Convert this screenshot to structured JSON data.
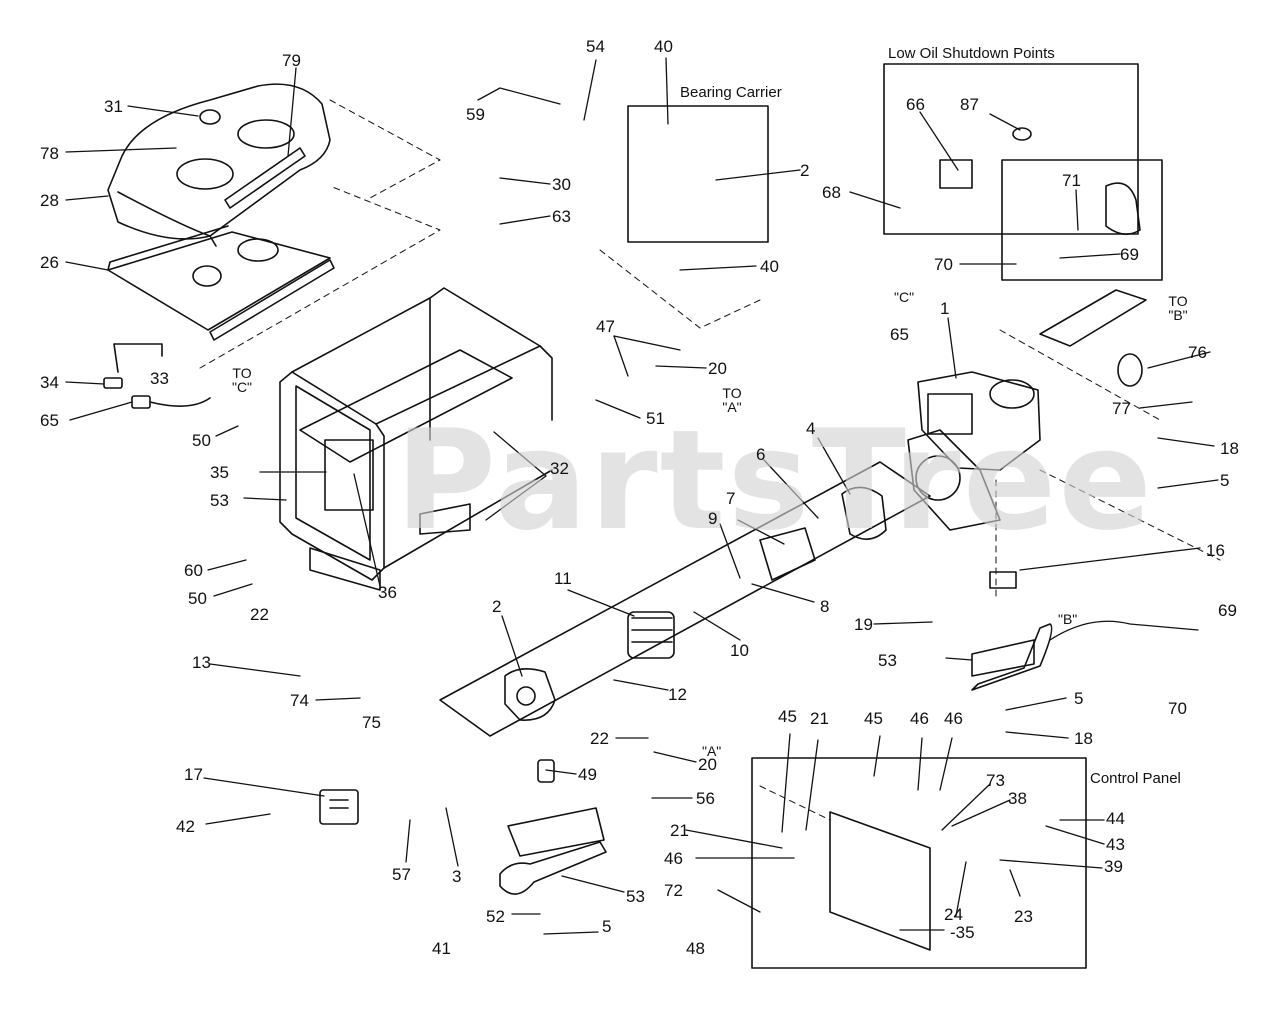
{
  "watermark": "PartsTree",
  "captions": {
    "low_oil": "Low Oil Shutdown Points",
    "bearing_carrier": "Bearing Carrier",
    "control_panel": "Control Panel"
  },
  "callouts": [
    {
      "id": "31",
      "text": "31"
    },
    {
      "id": "79",
      "text": "79"
    },
    {
      "id": "78",
      "text": "78"
    },
    {
      "id": "28",
      "text": "28"
    },
    {
      "id": "26",
      "text": "26"
    },
    {
      "id": "34",
      "text": "34"
    },
    {
      "id": "33",
      "text": "33"
    },
    {
      "id": "65a",
      "text": "65"
    },
    {
      "id": "to-c-left",
      "text": "TO \"C\""
    },
    {
      "id": "50a",
      "text": "50"
    },
    {
      "id": "35a",
      "text": "35"
    },
    {
      "id": "53a",
      "text": "53"
    },
    {
      "id": "60",
      "text": "60"
    },
    {
      "id": "50b",
      "text": "50"
    },
    {
      "id": "22a",
      "text": "22"
    },
    {
      "id": "36",
      "text": "36"
    },
    {
      "id": "32",
      "text": "32"
    },
    {
      "id": "13",
      "text": "13"
    },
    {
      "id": "74",
      "text": "74"
    },
    {
      "id": "75",
      "text": "75"
    },
    {
      "id": "17",
      "text": "17"
    },
    {
      "id": "42",
      "text": "42"
    },
    {
      "id": "57",
      "text": "57"
    },
    {
      "id": "3",
      "text": "3"
    },
    {
      "id": "2a",
      "text": "2"
    },
    {
      "id": "11",
      "text": "11"
    },
    {
      "id": "12",
      "text": "12"
    },
    {
      "id": "10",
      "text": "10"
    },
    {
      "id": "9",
      "text": "9"
    },
    {
      "id": "8",
      "text": "8"
    },
    {
      "id": "7",
      "text": "7"
    },
    {
      "id": "6",
      "text": "6"
    },
    {
      "id": "4",
      "text": "4"
    },
    {
      "id": "49",
      "text": "49"
    },
    {
      "id": "53b",
      "text": "53"
    },
    {
      "id": "52",
      "text": "52"
    },
    {
      "id": "5a",
      "text": "5"
    },
    {
      "id": "41",
      "text": "41"
    },
    {
      "id": "22b",
      "text": "22"
    },
    {
      "id": "to-a-lower",
      "text": "\"A\""
    },
    {
      "id": "20a",
      "text": "20"
    },
    {
      "id": "56",
      "text": "56"
    },
    {
      "id": "54",
      "text": "54"
    },
    {
      "id": "40a",
      "text": "40"
    },
    {
      "id": "59",
      "text": "59"
    },
    {
      "id": "30",
      "text": "30"
    },
    {
      "id": "63",
      "text": "63"
    },
    {
      "id": "2b",
      "text": "2"
    },
    {
      "id": "40b",
      "text": "40"
    },
    {
      "id": "47",
      "text": "47"
    },
    {
      "id": "20b",
      "text": "20"
    },
    {
      "id": "to-a-upper",
      "text": "TO \"A\""
    },
    {
      "id": "51",
      "text": "51"
    },
    {
      "id": "66",
      "text": "66"
    },
    {
      "id": "87",
      "text": "87"
    },
    {
      "id": "68",
      "text": "68"
    },
    {
      "id": "71",
      "text": "71"
    },
    {
      "id": "70a",
      "text": "70"
    },
    {
      "id": "69a",
      "text": "69"
    },
    {
      "id": "to-b",
      "text": "TO \"B\""
    },
    {
      "id": "to-c-upper",
      "text": "\"C\""
    },
    {
      "id": "65b",
      "text": "65"
    },
    {
      "id": "1",
      "text": "1"
    },
    {
      "id": "76",
      "text": "76"
    },
    {
      "id": "77",
      "text": "77"
    },
    {
      "id": "18a",
      "text": "18"
    },
    {
      "id": "5b",
      "text": "5"
    },
    {
      "id": "16",
      "text": "16"
    },
    {
      "id": "19",
      "text": "19"
    },
    {
      "id": "b-tag",
      "text": "\"B\""
    },
    {
      "id": "69b",
      "text": "69"
    },
    {
      "id": "53c",
      "text": "53"
    },
    {
      "id": "5c",
      "text": "5"
    },
    {
      "id": "18b",
      "text": "18"
    },
    {
      "id": "70b",
      "text": "70"
    },
    {
      "id": "45a",
      "text": "45"
    },
    {
      "id": "21a",
      "text": "21"
    },
    {
      "id": "45b",
      "text": "45"
    },
    {
      "id": "46a",
      "text": "46"
    },
    {
      "id": "46b",
      "text": "46"
    },
    {
      "id": "73",
      "text": "73"
    },
    {
      "id": "38",
      "text": "38"
    },
    {
      "id": "44",
      "text": "44"
    },
    {
      "id": "43",
      "text": "43"
    },
    {
      "id": "21b",
      "text": "21"
    },
    {
      "id": "46c",
      "text": "46"
    },
    {
      "id": "39",
      "text": "39"
    },
    {
      "id": "72",
      "text": "72"
    },
    {
      "id": "24",
      "text": "24"
    },
    {
      "id": "23",
      "text": "23"
    },
    {
      "id": "35b",
      "text": "-35"
    },
    {
      "id": "48",
      "text": "48"
    }
  ]
}
